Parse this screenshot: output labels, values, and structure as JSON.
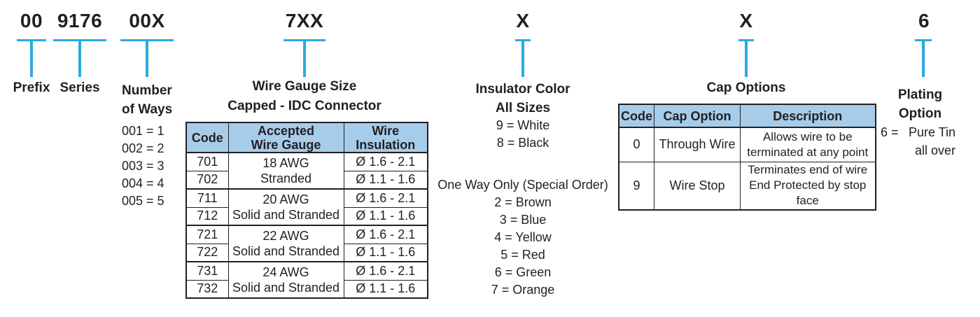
{
  "colors": {
    "connector_blue": "#2BA9E1",
    "table_header_blue": "#A6CCEA",
    "ink": "#231F20"
  },
  "code_row": {
    "segments": [
      {
        "code": "00"
      },
      {
        "code": "9176"
      },
      {
        "code": "00X"
      },
      {
        "code": "7XX"
      },
      {
        "code": "X"
      },
      {
        "code": "X"
      },
      {
        "code": "6"
      }
    ]
  },
  "prefix": {
    "label": "Prefix"
  },
  "series": {
    "label": "Series"
  },
  "ways": {
    "label": "Number\nof Ways",
    "options": [
      "001 = 1",
      "002 = 2",
      "003 = 3",
      "004 = 4",
      "005 = 5"
    ]
  },
  "wire_gauge": {
    "title": "Wire Gauge Size",
    "subtitle": "Capped - IDC Connector",
    "table": {
      "headers": [
        "Code",
        "Accepted\nWire Gauge",
        "Wire\nInsulation"
      ],
      "groups": [
        {
          "codes": [
            "701",
            "702"
          ],
          "gauge": "18 AWG\nStranded",
          "insulation": [
            "Ø 1.6 - 2.1",
            "Ø 1.1 - 1.6"
          ]
        },
        {
          "codes": [
            "711",
            "712"
          ],
          "gauge": "20 AWG\nSolid and Stranded",
          "insulation": [
            "Ø 1.6 - 2.1",
            "Ø 1.1 - 1.6"
          ]
        },
        {
          "codes": [
            "721",
            "722"
          ],
          "gauge": "22 AWG\nSolid and Stranded",
          "insulation": [
            "Ø 1.6 - 2.1",
            "Ø 1.1 - 1.6"
          ]
        },
        {
          "codes": [
            "731",
            "732"
          ],
          "gauge": "24 AWG\nSolid and Stranded",
          "insulation": [
            "Ø 1.6 - 2.1",
            "Ø 1.1 - 1.6"
          ]
        }
      ]
    }
  },
  "insulator": {
    "title": "Insulator Color",
    "subtitle": "All Sizes",
    "all_sizes_options": [
      "9 = White",
      "8 = Black"
    ],
    "special_note": "One Way Only (Special Order)",
    "special_options": [
      "2 = Brown",
      "3 = Blue",
      "4 = Yellow",
      "5 = Red",
      "6 = Green",
      "7 = Orange"
    ]
  },
  "cap_options": {
    "title": "Cap Options",
    "table": {
      "headers": [
        "Code",
        "Cap Option",
        "Description"
      ],
      "rows": [
        {
          "code": "0",
          "option": "Through Wire",
          "description": "Allows wire to be\nterminated at any point"
        },
        {
          "code": "9",
          "option": "Wire Stop",
          "description": "Terminates end of wire\nEnd Protected by stop\nface"
        }
      ]
    }
  },
  "plating": {
    "label": "Plating\nOption",
    "code": "6 =",
    "value": "Pure Tin",
    "value2": "all over"
  }
}
